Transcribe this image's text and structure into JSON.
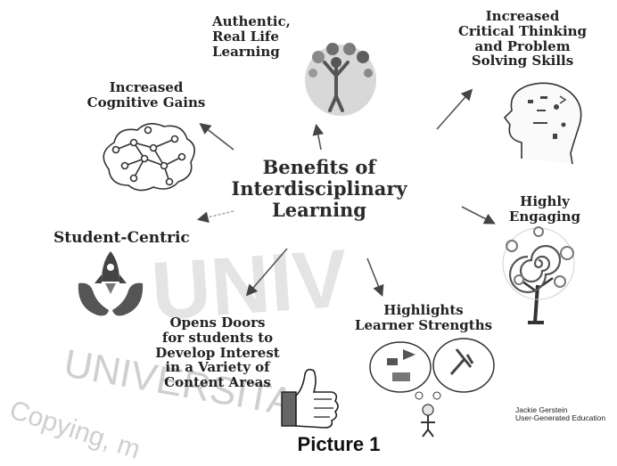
{
  "center_title": "Benefits of\nInterdisciplinary\nLearning",
  "nodes": {
    "authentic": "Authentic,\nReal Life\nLearning",
    "critical": "Increased\nCritical Thinking\nand Problem\nSolving Skills",
    "cognitive": "Increased\nCognitive Gains",
    "engaging": "Highly\nEngaging",
    "student": "Student-Centric",
    "opens": "Opens Doors\nfor students to\nDevelop Interest\nin a Variety of\nContent Areas",
    "strengths": "Highlights\nLearner Strengths"
  },
  "credit": "Jackie Gerstein\nUser-Generated Education",
  "caption": "Picture 1",
  "watermark": {
    "top_text": "UNIV",
    "mid_text": "UNIVERSITAS",
    "bottom_text": "Copying, m"
  },
  "icons": {
    "authentic": "person-world-icon",
    "critical": "head-thinking-icon",
    "cognitive": "brain-network-icon",
    "engaging": "spiral-tree-icon",
    "student": "rocket-hands-icon",
    "opens": "thumbs-up-icon",
    "strengths": "thought-bubbles-icon"
  }
}
